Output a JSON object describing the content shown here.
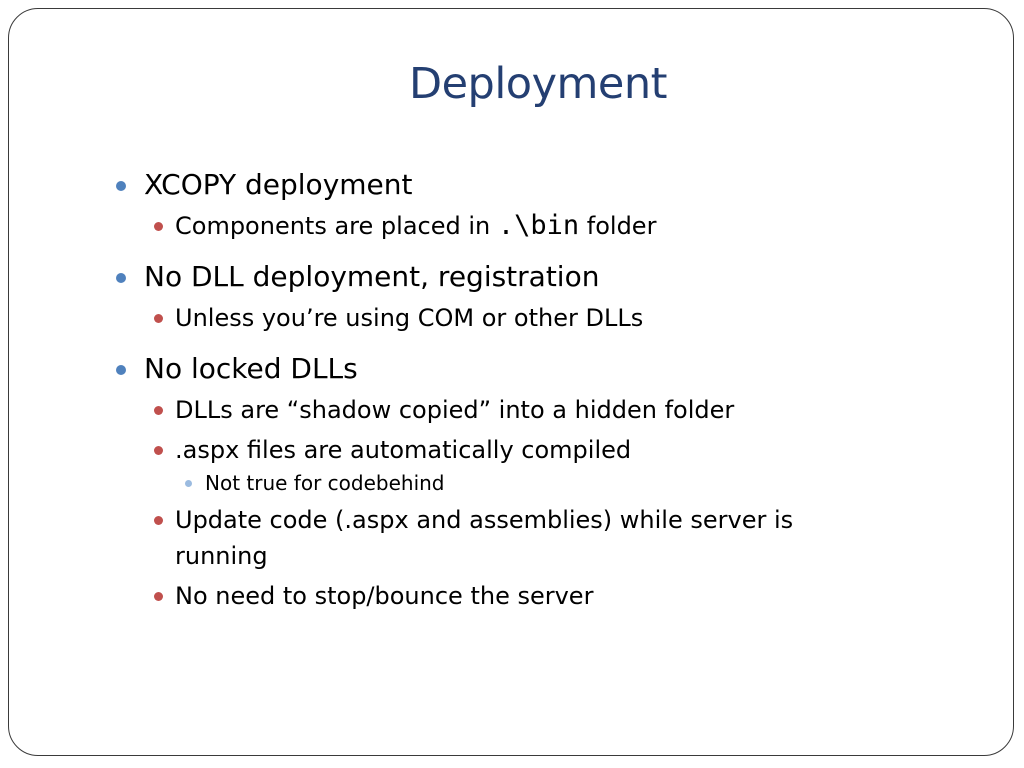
{
  "slide": {
    "title": "Deployment",
    "bullets": [
      {
        "text": "XCOPY deployment",
        "children": [
          {
            "prefix": "Components are placed in ",
            "code": ".\\bin",
            "suffix": " folder"
          }
        ]
      },
      {
        "text": "No DLL deployment, registration",
        "children": [
          {
            "text": "Unless you’re using COM or other DLLs"
          }
        ]
      },
      {
        "text": "No locked DLLs",
        "children": [
          {
            "text": "DLLs are “shadow copied” into a hidden folder"
          },
          {
            "text": ".aspx files are automatically compiled",
            "children": [
              {
                "text": "Not true for codebehind"
              }
            ]
          },
          {
            "text": "Update code (.aspx and assemblies) while server is running"
          },
          {
            "text": "No need to stop/bounce the server"
          }
        ]
      }
    ]
  },
  "colors": {
    "title": "#243f72",
    "bullet_level1": "#4f81bd",
    "bullet_level2": "#c0504d",
    "bullet_level3": "#9bbbe0"
  }
}
